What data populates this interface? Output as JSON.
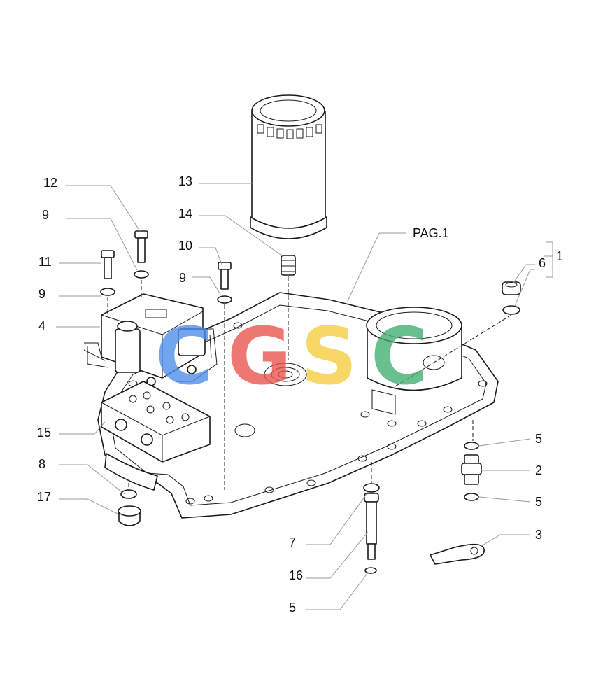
{
  "callouts": {
    "c12": "12",
    "c13": "13",
    "c9a": "9",
    "c14": "14",
    "pag": "PAG.1",
    "c10": "10",
    "c11": "11",
    "c1": "1",
    "c6": "6",
    "c9b": "9",
    "c9c": "9",
    "c4": "4",
    "c15": "15",
    "c5a": "5",
    "c2": "2",
    "c8": "8",
    "c5b": "5",
    "c17": "17",
    "c3": "3",
    "c7": "7",
    "c16": "16",
    "c5c": "5"
  },
  "watermark": {
    "letters": [
      "C",
      "G",
      "S",
      "C"
    ],
    "colors": [
      "#4a8de8",
      "#e8524a",
      "#f5cd3c",
      "#3fae6e"
    ]
  }
}
